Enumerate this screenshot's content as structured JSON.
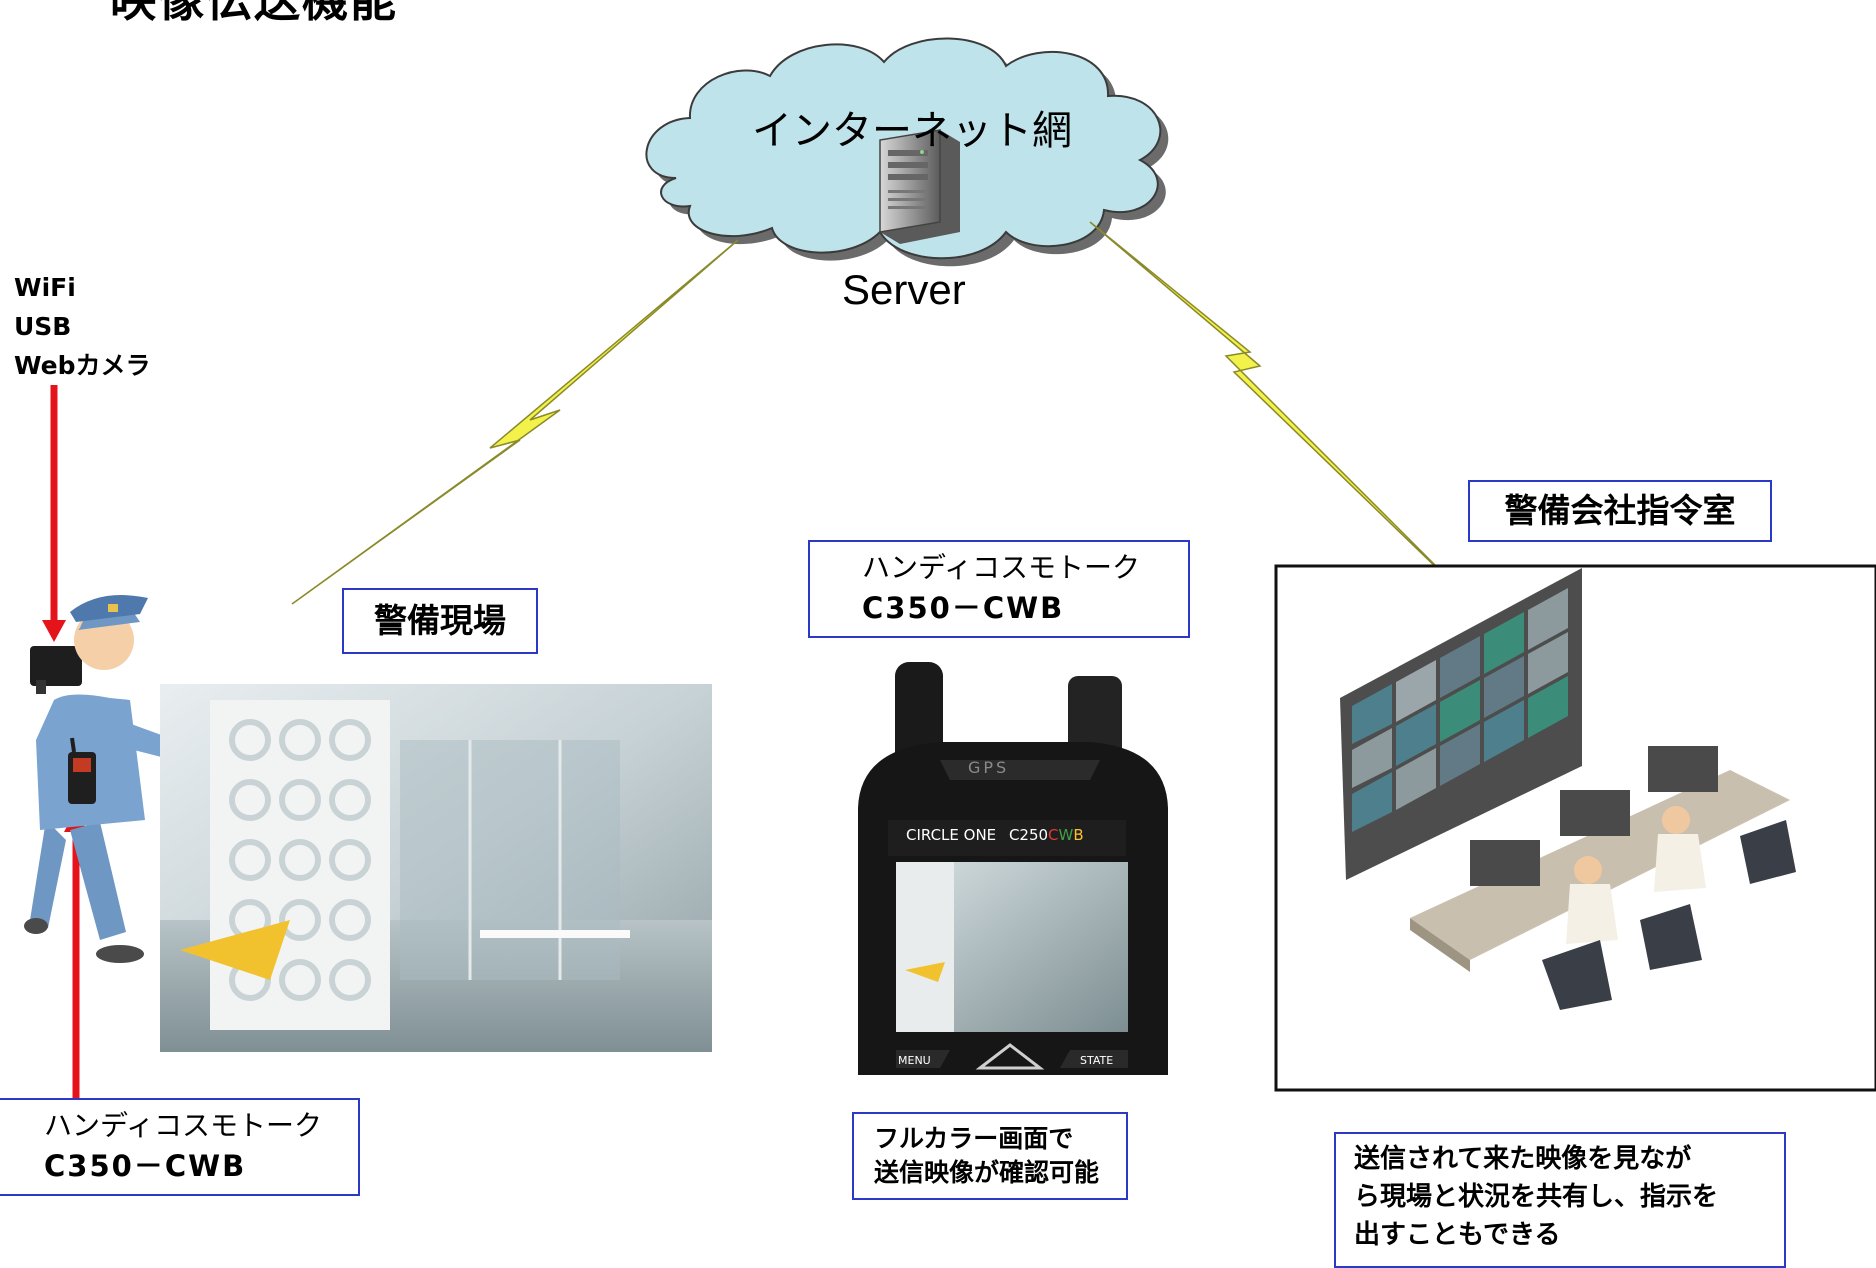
{
  "heading": "映像伝送機能",
  "cloud": {
    "label": "インターネット網",
    "server_label": "Server"
  },
  "connection_note": {
    "lines": [
      "WiFi",
      "USB",
      "Webカメラ"
    ]
  },
  "site": {
    "label": "警備現場"
  },
  "command_room": {
    "label": "警備会社指令室"
  },
  "device_top": {
    "line1": "ハンディコスモトーク",
    "line2": "C350－CWB"
  },
  "device_bottom": {
    "line1": "ハンディコスモトーク",
    "line2": "C350－CWB"
  },
  "screen_caption": {
    "line1": "フルカラー画面で",
    "line2": "送信映像が確認可能"
  },
  "share_caption": {
    "line1": "送信されて来た映像を見なが",
    "line2": "ら現場と状況を共有し、指示を",
    "line3": "出すこともできる"
  },
  "radio": {
    "brand": "CIRCLE ONE",
    "model_prefix": "C250",
    "model_c": "C",
    "model_w": "W",
    "model_b": "B",
    "gps": "GPS",
    "menu": "MENU",
    "state": "STATE"
  },
  "colors": {
    "box_border": "#2b39c8",
    "arrow": "#e5131a",
    "cloud_fill": "#bfe3ea",
    "bolt": "#e8e83a",
    "model_c": "#e53935",
    "model_w": "#43a047",
    "model_b": "#fbc02d"
  }
}
